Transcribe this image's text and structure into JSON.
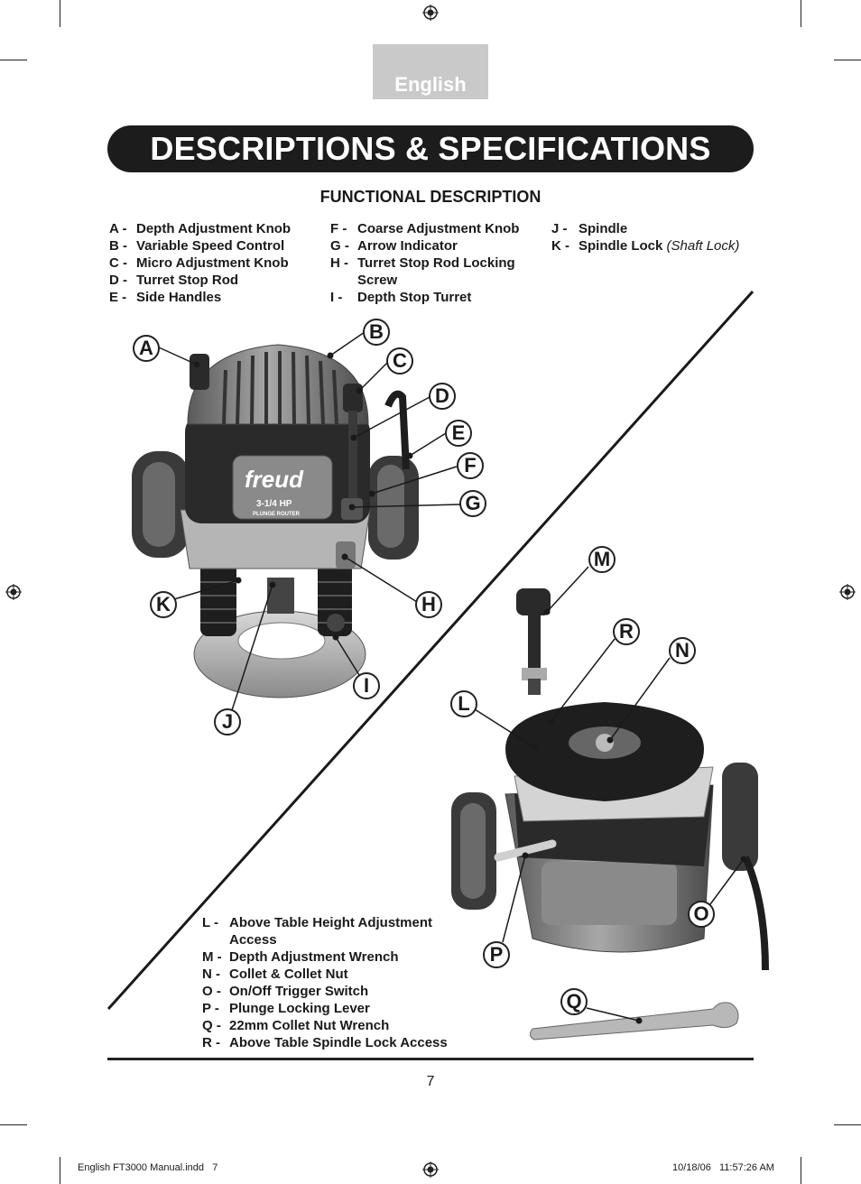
{
  "language_tab": "English",
  "banner_title": "DESCRIPTIONS & SPECIFICATIONS",
  "section_title": "FUNCTIONAL DESCRIPTION",
  "parts_col1": [
    {
      "key": "A -",
      "label": "Depth Adjustment Knob"
    },
    {
      "key": "B -",
      "label": "Variable Speed Control"
    },
    {
      "key": "C -",
      "label": "Micro Adjustment Knob"
    },
    {
      "key": "D -",
      "label": "Turret Stop Rod"
    },
    {
      "key": "E -",
      "label": "Side Handles"
    }
  ],
  "parts_col2": [
    {
      "key": "F -",
      "label": "Coarse Adjustment Knob"
    },
    {
      "key": "G -",
      "label": "Arrow Indicator"
    },
    {
      "key": "H -",
      "label": "Turret Stop Rod Locking"
    },
    {
      "key": "",
      "label": "Screw"
    },
    {
      "key": "I -",
      "label": "Depth Stop Turret"
    }
  ],
  "parts_col3": [
    {
      "key": "J -",
      "label": "Spindle",
      "note": ""
    },
    {
      "key": "K -",
      "label": "Spindle Lock",
      "note": "(Shaft Lock)"
    }
  ],
  "parts_bottom": [
    {
      "key": "L -",
      "label": "Above Table Height Adjustment"
    },
    {
      "key": "",
      "label": "Access"
    },
    {
      "key": "M -",
      "label": "Depth Adjustment Wrench"
    },
    {
      "key": "N -",
      "label": "Collet & Collet Nut"
    },
    {
      "key": "O -",
      "label": "On/Off Trigger Switch"
    },
    {
      "key": "P -",
      "label": "Plunge Locking Lever"
    },
    {
      "key": "Q -",
      "label": "22mm Collet Nut Wrench"
    },
    {
      "key": "R -",
      "label": "Above Table Spindle Lock Access"
    }
  ],
  "callouts": {
    "a": "A",
    "b": "B",
    "c": "C",
    "d": "D",
    "e": "E",
    "f": "F",
    "g": "G",
    "h": "H",
    "i": "I",
    "j": "J",
    "k": "K",
    "l": "L",
    "m": "M",
    "n": "N",
    "o": "O",
    "p": "P",
    "q": "Q",
    "r": "R"
  },
  "router_brand": "freud",
  "router_model": "3-1/4 HP",
  "router_type": "PLUNGE ROUTER",
  "page_number": "7",
  "footer_file": "English FT3000 Manual.indd   7",
  "footer_date": "10/18/06   11:57:26 AM",
  "colors": {
    "banner": "#1c1c1c",
    "tab": "#c9c9c9",
    "router_body": "#8a8a8a",
    "router_dark": "#2a2a2a"
  }
}
